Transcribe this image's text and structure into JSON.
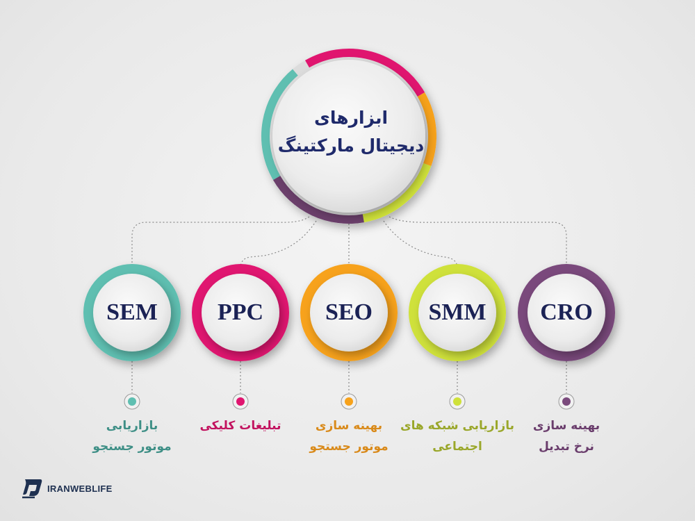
{
  "center": {
    "line1": "ابزارهای",
    "line2": "دیجیتال مارکتینگ"
  },
  "center_ring_colors": [
    "#e0156f",
    "#f7a21b",
    "#cfe13a",
    "#6b3f6b",
    "#5fbfb1"
  ],
  "nodes": [
    {
      "label": "SEM",
      "caption1": "بازاریابی",
      "caption2": "موتور جستجو",
      "color": "#5fbfb1",
      "caption_color": "#3e8f86"
    },
    {
      "label": "PPC",
      "caption1": "تبلیغات کلیکی",
      "caption2": "",
      "color": "#e0156f",
      "caption_color": "#c2135f"
    },
    {
      "label": "SEO",
      "caption1": "بهینه سازی",
      "caption2": "موتور جستجو",
      "color": "#f7a21b",
      "caption_color": "#d98a1a"
    },
    {
      "label": "SMM",
      "caption1": "بازاریابی شبکه های",
      "caption2": "اجتماعی",
      "color": "#cfe13a",
      "caption_color": "#9aa72a"
    },
    {
      "label": "CRO",
      "caption1": "بهینه سازی",
      "caption2": "نرخ تبدیل",
      "color": "#7a4a7c",
      "caption_color": "#6a3d6c"
    }
  ],
  "logo": {
    "text": "IRANWEBLIFE"
  }
}
